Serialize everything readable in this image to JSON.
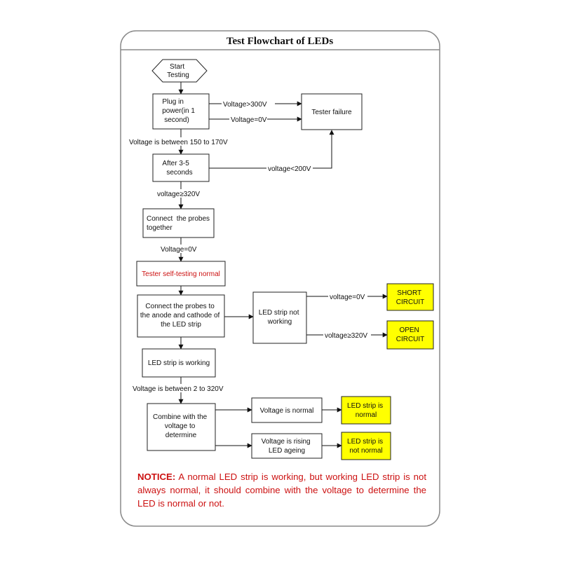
{
  "title": "Test Flowchart of LEDs",
  "colors": {
    "frame": "#8a8a8a",
    "box_border": "#222222",
    "highlight_fill": "#ffff00",
    "red_text": "#cc1111"
  },
  "nodes": {
    "start": [
      "Start",
      "Testing"
    ],
    "plug_in": [
      "Plug in",
      "power(in 1",
      "second)"
    ],
    "tester_failure": [
      "Tester failure"
    ],
    "after_3_5": [
      "After 3-5",
      "seconds"
    ],
    "connect_probes_together": [
      "Connect  the probes",
      "together"
    ],
    "self_testing": [
      "Tester self-testing normal"
    ],
    "connect_probes_strip": [
      "Connect the probes to",
      "the anode and cathode of",
      "the LED strip"
    ],
    "strip_not_working": [
      "LED strip not",
      "working"
    ],
    "short_circuit": [
      "SHORT",
      "CIRCUIT"
    ],
    "open_circuit": [
      "OPEN",
      "CIRCUIT"
    ],
    "strip_working": [
      "LED strip is working"
    ],
    "combine_voltage": [
      "Combine with the",
      "voltage to",
      "determine"
    ],
    "voltage_normal": [
      "Voltage is normal"
    ],
    "strip_normal": [
      "LED strip is",
      "normal"
    ],
    "voltage_rising": [
      "Voltage is rising",
      "LED ageing"
    ],
    "strip_not_normal": [
      "LED strip is",
      "not normal"
    ]
  },
  "edges": {
    "voltage_gt_300": "Voltage>300V",
    "voltage_eq_0_a": "Voltage=0V",
    "voltage_150_170": "Voltage is between 150 to 170V",
    "voltage_lt_200": "voltage<200V",
    "voltage_ge_320_a": "voltage≥320V",
    "voltage_eq_0_b": "Voltage=0V",
    "voltage_eq_0_c": "voltage=0V",
    "voltage_ge_320_b": "voltage≥320V",
    "voltage_2_320": "Voltage is between 2 to 320V"
  },
  "notice": {
    "label": "NOTICE:",
    "text": " A normal LED strip is working, but working LED strip is not always normal, it should combine with the voltage to determine the LED is normal or not."
  }
}
